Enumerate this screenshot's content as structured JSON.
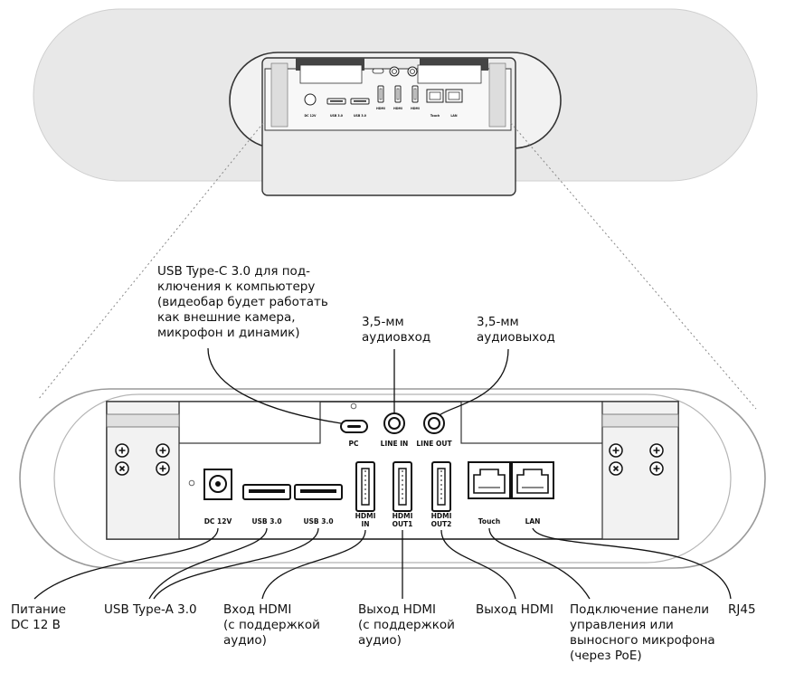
{
  "top_callouts": {
    "pc": [
      "USB Type-C 3.0 для под-",
      "ключения к компьютеру",
      "(видеобар будет работать",
      "как внешние камера,",
      "микрофон и динамик)"
    ],
    "line_in": [
      "3,5-мм",
      "аудиовход"
    ],
    "line_out": [
      "3,5-мм",
      "аудиовыход"
    ]
  },
  "port_labels": {
    "pc": "PC",
    "line_in": "LINE IN",
    "line_out": "LINE OUT",
    "dc": "DC 12V",
    "usb1": "USB 3.0",
    "usb2": "USB 3.0",
    "hdmi_in": [
      "HDMI",
      "IN"
    ],
    "hdmi_out1": [
      "HDMI",
      "OUT1"
    ],
    "hdmi_out2": [
      "HDMI",
      "OUT2"
    ],
    "touch": "Touch",
    "lan": "LAN"
  },
  "bottom_callouts": {
    "power": [
      "Питание",
      "DC 12 В"
    ],
    "usb": [
      "USB Type-A 3.0"
    ],
    "hdmi_in": [
      "Вход HDMI",
      "(с поддержкой",
      "аудио)"
    ],
    "hdmi_out1": [
      "Выход HDMI",
      "(с поддержкой",
      "аудио)"
    ],
    "hdmi_out2": [
      "Выход HDMI"
    ],
    "touch": [
      "Подключение панели",
      "управления или",
      "выносного микрофона",
      "(через PoE)"
    ],
    "lan": [
      "RJ45"
    ]
  },
  "icons": [
    "usb-c-port-icon",
    "audio-jack-icon",
    "dc-power-jack-icon",
    "usb-a-port-icon",
    "hdmi-port-icon",
    "rj45-port-icon",
    "screw-icon",
    "led-icon"
  ]
}
